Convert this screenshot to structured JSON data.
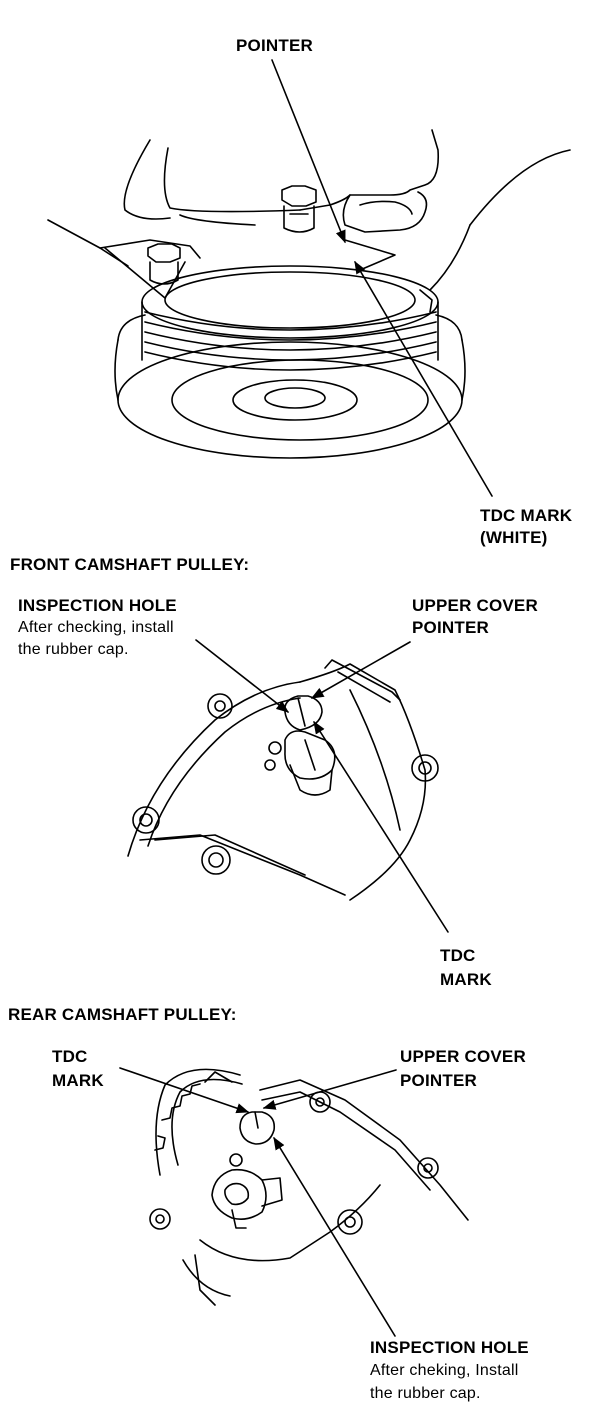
{
  "crank_pulley": {
    "pointer_label": "POINTER",
    "tdc_mark_label": "TDC MARK",
    "tdc_mark_color_label": "(WHITE)"
  },
  "front_camshaft": {
    "heading": "FRONT CAMSHAFT PULLEY:",
    "inspection_hole_label": "INSPECTION HOLE",
    "inspection_note_line1": "After checking, install",
    "inspection_note_line2": "the rubber cap.",
    "upper_cover_line1": "UPPER COVER",
    "upper_cover_line2": "POINTER",
    "tdc_line1": "TDC",
    "tdc_line2": "MARK"
  },
  "rear_camshaft": {
    "heading": "REAR CAMSHAFT PULLEY:",
    "tdc_line1": "TDC",
    "tdc_line2": "MARK",
    "upper_cover_line1": "UPPER COVER",
    "upper_cover_line2": "POINTER",
    "inspection_hole_label": "INSPECTION HOLE",
    "inspection_note_line1": "After cheking, Install",
    "inspection_note_line2": "the rubber cap."
  }
}
